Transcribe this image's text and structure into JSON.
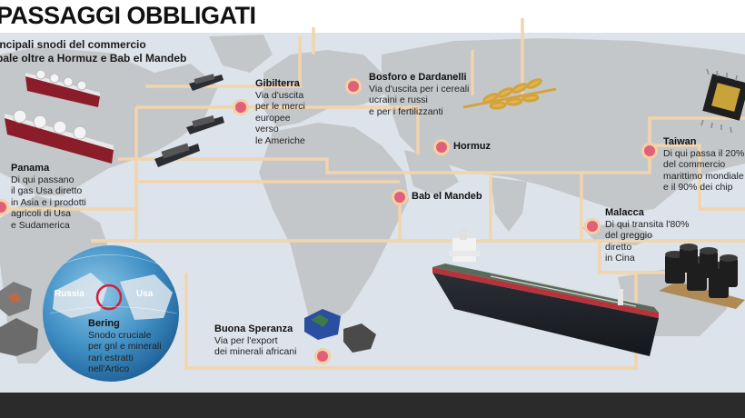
{
  "header": {
    "title": "PASSAGGI OBBLIGATI",
    "subtitle": [
      "incipali snodi del commercio",
      "bale oltre a Hormuz e Bab el Mandeb"
    ]
  },
  "colors": {
    "ocean": "#dde3ea",
    "land": "#c4c7ca",
    "route": "#f2d4ad",
    "marker_fill": "#e0607a",
    "marker_ring": "#f6cfa2",
    "footer": "#2b2b2b"
  },
  "chokepoints": [
    {
      "key": "panama",
      "name": "Panama",
      "desc": [
        "Di qui passano",
        "il gas Usa diretto",
        "in Asia e i prodotti",
        "agricoli di Usa",
        "e Sudamerica"
      ]
    },
    {
      "key": "gibilterra",
      "name": "Gibilterra",
      "desc": [
        "Via d'uscita",
        "per le merci",
        "europee",
        "verso",
        "le Americhe"
      ]
    },
    {
      "key": "bosforo",
      "name": "Bosforo e Dardanelli",
      "desc": [
        "Via d'uscita per i cereali",
        "ucraini e russi",
        "e per i fertilizzanti"
      ]
    },
    {
      "key": "hormuz",
      "name": "Hormuz",
      "desc": []
    },
    {
      "key": "babelmandeb",
      "name": "Bab el Mandeb",
      "desc": []
    },
    {
      "key": "taiwan",
      "name": "Taiwan",
      "desc": [
        "Di qui passa il 20%",
        "del commercio",
        "marittimo mondiale",
        "e il 90% dei chip"
      ]
    },
    {
      "key": "malacca",
      "name": "Malacca",
      "desc": [
        "Di qui transita l'80%",
        "del greggio",
        "diretto",
        "in Cina"
      ]
    },
    {
      "key": "buonasperanza",
      "name": "Buona Speranza",
      "desc": [
        "Via per l'export",
        "dei minerali africani"
      ]
    },
    {
      "key": "bering",
      "name": "Bering",
      "desc": [
        "Snodo cruciale",
        "per gnl e minerali",
        "rari estratti",
        "nell'Artico"
      ]
    }
  ],
  "globe": {
    "left_label": "Russia",
    "right_label": "Usa"
  },
  "icons": [
    "lng-tanker-icon",
    "cargo-ship-icon",
    "wheat-icon",
    "chip-icon",
    "oil-barrels-icon",
    "oil-tanker-icon",
    "mineral-rock-icon",
    "globe-icon"
  ]
}
